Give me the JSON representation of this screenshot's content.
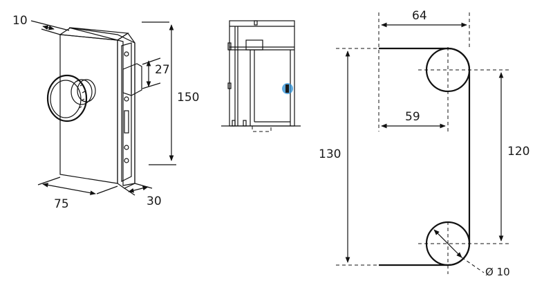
{
  "lock_drawing": {
    "width_label": "75",
    "height_label": "150",
    "depth_label": "30",
    "thickness_label": "10",
    "latch_label": "27"
  },
  "cutout_drawing": {
    "top_width_label": "64",
    "inner_width_label": "59",
    "total_height_label": "130",
    "center_height_label": "120",
    "diameter_label": "Ø 10"
  },
  "colors": {
    "line": "#111111",
    "highlight_dot": "#2a8fd6"
  }
}
